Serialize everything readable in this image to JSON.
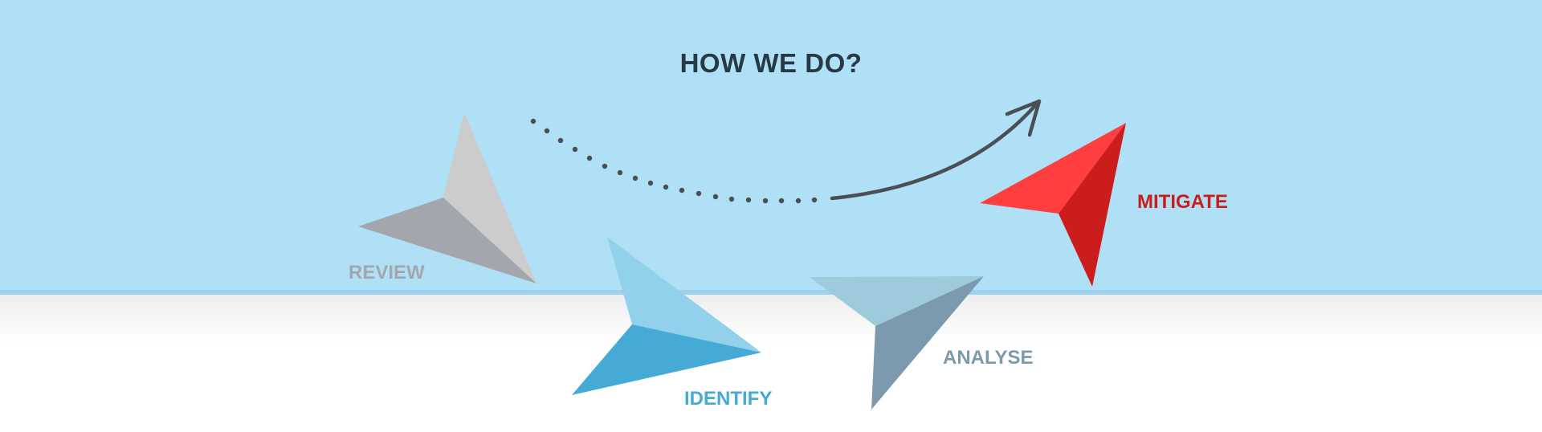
{
  "title": "HOW WE DO?",
  "steps": [
    {
      "id": "review",
      "label": "REVIEW",
      "color": "#a3a7ad",
      "light": "#cccccc",
      "dark": "#a3a7ad"
    },
    {
      "id": "mitigate",
      "label": "MITIGATE",
      "color": "#cc1b1b",
      "light": "#ff3f3f",
      "dark": "#cc1d1d"
    },
    {
      "id": "analyse",
      "label": "ANALYSE",
      "color": "#7b9aad",
      "light": "#9ecbdb",
      "dark": "#7b9aad"
    },
    {
      "id": "identify",
      "label": "IDENTIFY",
      "color": "#45aad6",
      "light": "#92d1ec",
      "dark": "#45aad6"
    }
  ],
  "colors": {
    "sky": "#b0e0f6",
    "horizon": "#9dd3ef",
    "title": "#263a45",
    "path": "#4b4f53"
  },
  "icons": [
    "paper-plane-icon",
    "dotted-path-arrow-icon"
  ]
}
